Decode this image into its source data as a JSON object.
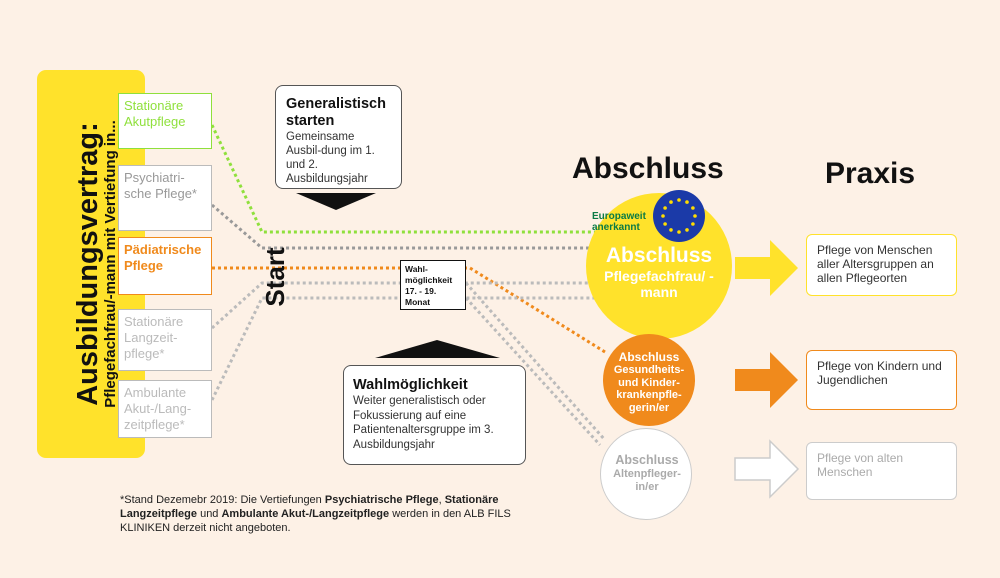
{
  "contract": {
    "title": "Ausbildungsvertrag:",
    "subtitle": "Pflegefachfrau/-mann mit Vertiefung in..."
  },
  "specializations": [
    {
      "label": "Stationäre Akutpflege",
      "color": "#8fe03c"
    },
    {
      "label": "Psychiatri-sche Pflege*",
      "color": "#999999"
    },
    {
      "label": "Pädiatrische Pflege",
      "color": "#f08a1c"
    },
    {
      "label": "Stationäre Langzeit-pflege*",
      "color": "#bbbbbb"
    },
    {
      "label": "Ambulante Akut-/Lang-zeitpflege*",
      "color": "#bbbbbb"
    }
  ],
  "start_label": "Start",
  "generalist": {
    "title": "Generalistisch starten",
    "text": "Gemeinsame Ausbil-dung im 1. und 2. Ausbildungsjahr"
  },
  "choice_point": {
    "text1": "Wahl-möglichkeit",
    "text2": "17. - 19. Monat"
  },
  "choice": {
    "title": "Wahlmöglichkeit",
    "text": "Weiter generalistisch oder Fokussierung auf eine Patientenaltersgruppe im 3. Ausbildungsjahr"
  },
  "headers": {
    "abschluss": "Abschluss",
    "praxis": "Praxis"
  },
  "eu_badge": "Europaweit anerkannt",
  "degrees": [
    {
      "title": "Abschluss",
      "subtitle": "Pflegefachfrau/ -mann",
      "color": "#ffe22b"
    },
    {
      "title": "Abschluss",
      "subtitle": "Gesundheits- und Kinder-krankenpfle-gerin/er",
      "color": "#f08a1c"
    },
    {
      "title": "Abschluss",
      "subtitle": "Altenpfleger-in/er",
      "color": "#ffffff"
    }
  ],
  "practice": [
    {
      "text": "Pflege von Menschen aller Altersgruppen an allen Pflegeorten"
    },
    {
      "text": "Pflege von Kindern und Jugendlichen"
    },
    {
      "text": "Pflege von alten Menschen"
    }
  ],
  "footnote": {
    "pre": "*Stand Dezemebr 2019: Die Vertiefungen ",
    "b1": "Psychiatrische Pflege",
    "sep1": ",",
    "b2": "Stationäre Langzeitpflege",
    "mid": " und ",
    "b3": "Ambulante Akut-/Langzeitpflege",
    "post": " werden in den ALB FILS KLINIKEN derzeit nicht angeboten."
  }
}
